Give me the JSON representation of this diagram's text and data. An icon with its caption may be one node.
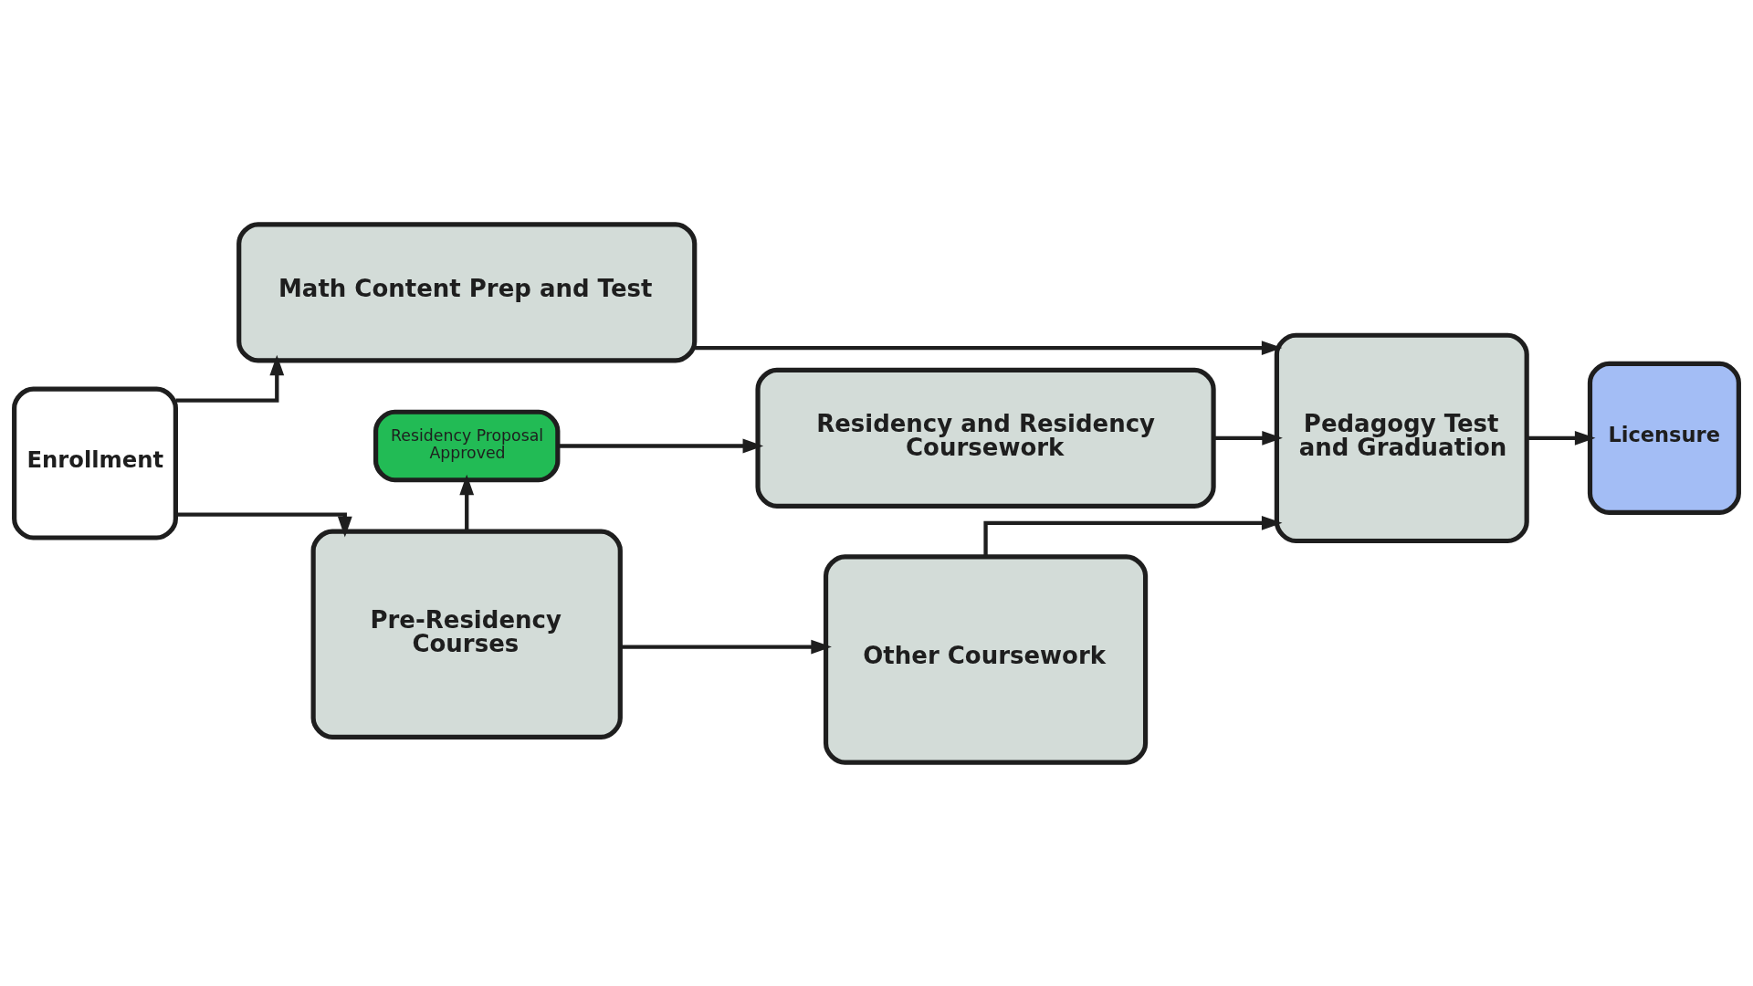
{
  "diagram": {
    "nodes": [
      {
        "text": [
          "Enrollment"
        ]
      },
      {
        "text": [
          "Residency Proposal Approved"
        ]
      },
      {
        "text": [
          "Residency and Residency Coursework"
        ]
      },
      {
        "text": [
          "Pre-Residency Courses"
        ]
      },
      {
        "text": [
          "Other Coursework"
        ]
      },
      {
        "text": [
          "Pedagogy Test and Graduation"
        ]
      },
      {
        "text": [
          "Math Content Prep and Test"
        ]
      },
      {
        "text": [
          "Licensure"
        ]
      }
    ],
    "edges": [
      {
        "from": 0,
        "to": 3,
        "arrow": "to"
      },
      {
        "from": 0,
        "to": 6,
        "arrow": "to"
      },
      {
        "from": 3,
        "to": 1,
        "arrow": "to"
      },
      {
        "from": 1,
        "to": 2,
        "arrow": "to"
      },
      {
        "from": 3,
        "to": 4,
        "arrow": "to"
      },
      {
        "from": 4,
        "to": 5,
        "arrow": "to"
      },
      {
        "from": 2,
        "to": 5,
        "arrow": "to"
      },
      {
        "from": 6,
        "to": 5,
        "arrow": "to"
      },
      {
        "from": 5,
        "to": 7,
        "arrow": "to"
      }
    ]
  }
}
